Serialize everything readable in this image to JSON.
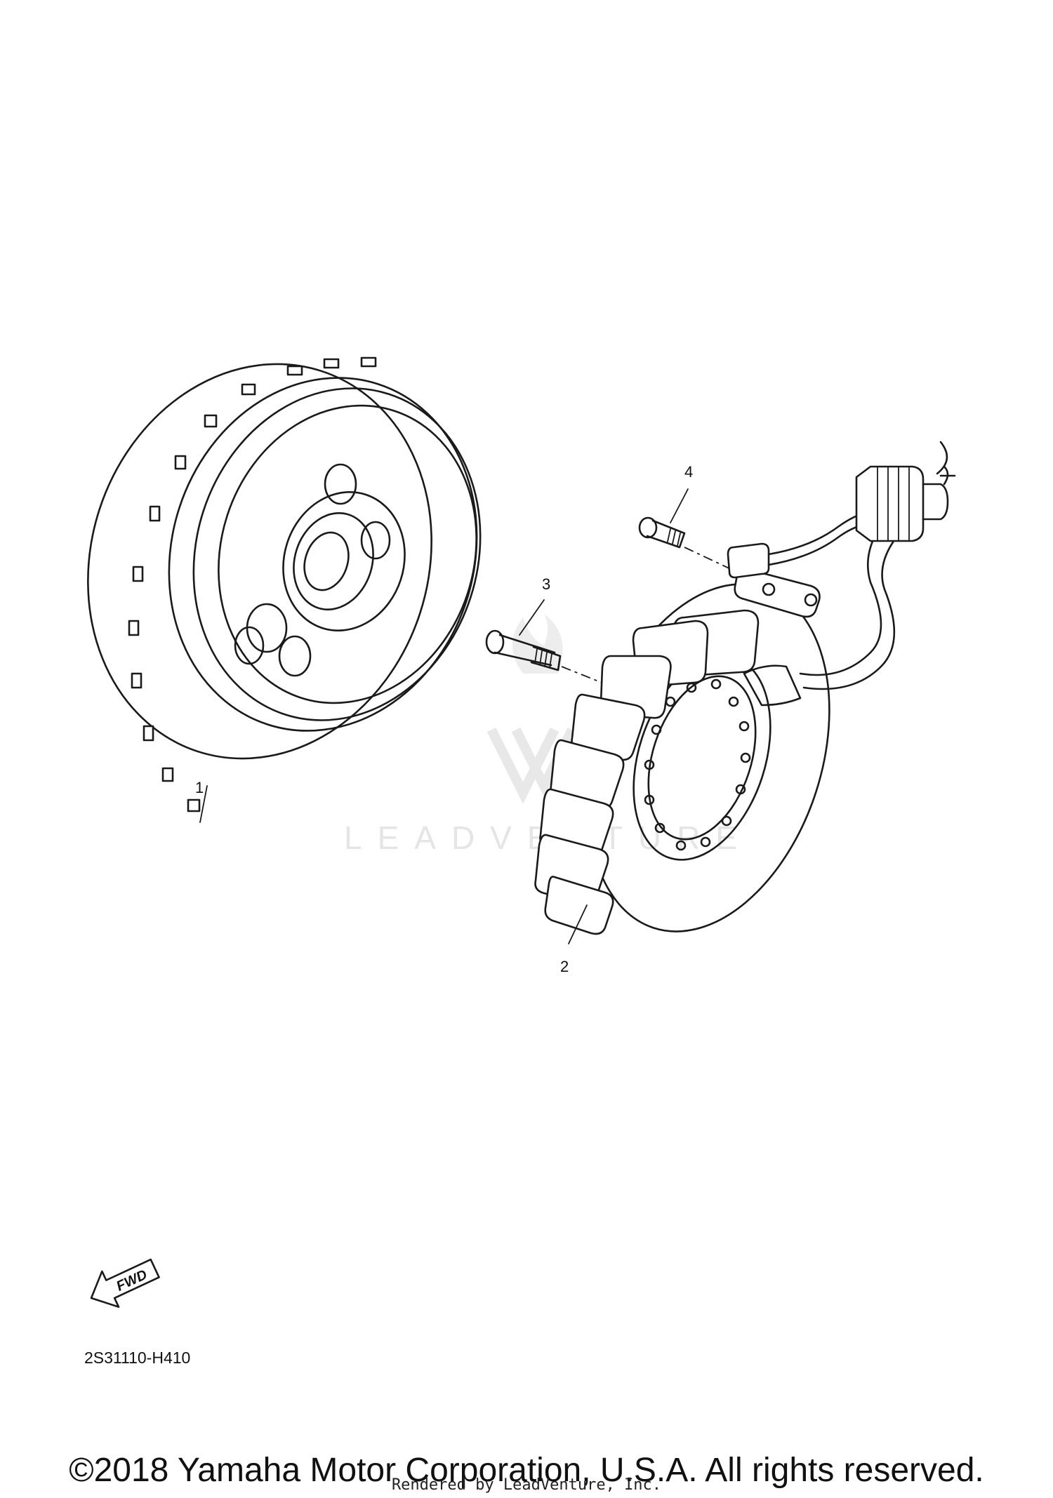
{
  "diagram": {
    "callouts": {
      "part1": "1",
      "part2": "2",
      "part3": "3",
      "part4": "4"
    },
    "fwd_label": "FWD",
    "watermark": "LEADVENTURE",
    "diagram_code": "2S31110-H410",
    "copyright": "©2018 Yamaha Motor Corporation, U.S.A. All rights reserved.",
    "rendered_by": "Rendered by LeadVenture, Inc."
  }
}
